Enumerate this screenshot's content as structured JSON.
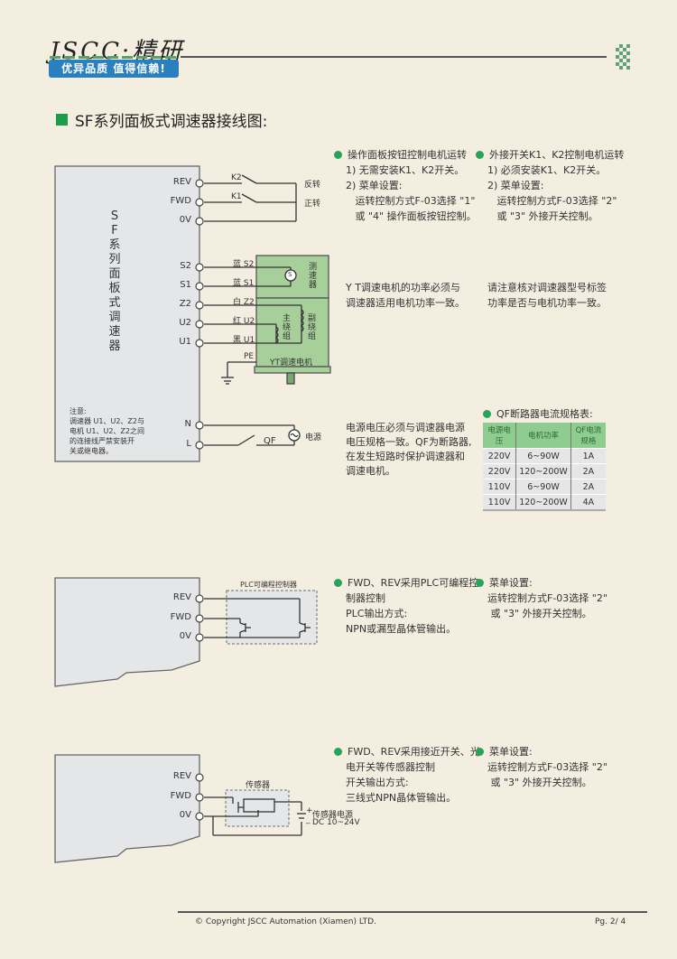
{
  "header": {
    "logo": "JSCC·精研",
    "slogan": "优异品质 值得信赖!",
    "section_title": "SF系列面板式调速器接线图:"
  },
  "diagram1": {
    "controller_label": [
      "S",
      "F",
      "系",
      "列",
      "面",
      "板",
      "式",
      "调",
      "速",
      "器"
    ],
    "terminals": [
      "REV",
      "FWD",
      "0V",
      "S2",
      "S1",
      "Z2",
      "U2",
      "U1",
      "N",
      "L"
    ],
    "switches": [
      "K2",
      "K1"
    ],
    "switch_outputs": [
      "反转",
      "正转"
    ],
    "wire_labels": [
      "蓝 S2",
      "蓝 S1",
      "白 Z2",
      "红 U2",
      "黑 U1",
      "PE"
    ],
    "tacho_label": "测速器",
    "tacho_symbol": "S",
    "main_winding": "主绕组",
    "aux_winding": "副绕组",
    "motor_label": "YT调速电机",
    "breaker": "QF",
    "power_label": "电源",
    "note": "注意:\n调速器 U1、U2、Z2与\n电机 U1、U2、Z2之间\n的连接线严禁安装开\n关或继电器。"
  },
  "notes1": {
    "left_title": "操作面板按钮控制电机运转",
    "left_body": "1) 无需安装K1、K2开关。\n2) 菜单设置:\n   运转控制方式F-03选择 \"1\"\n   或 \"4\" 操作面板按钮控制。",
    "right_title": "外接开关K1、K2控制电机运转",
    "right_body": "1) 必须安装K1、K2开关。\n2) 菜单设置:\n   运转控制方式F-03选择 \"2\"\n   或 \"3\" 外接开关控制。",
    "power_match_left": "Y T调速电机的功率必须与\n调速器适用电机功率一致。",
    "power_match_right": "请注意核对调速器型号标签\n功率是否与电机功率一致。",
    "voltage_note": "电源电压必须与调速器电源\n电压规格一致。QF为断路器,\n在发生短路时保护调速器和\n调速电机。"
  },
  "qf_table": {
    "title": "QF断路器电流规格表:",
    "headers": [
      "电源电压",
      "电机功率",
      "QF电流规格"
    ],
    "rows": [
      [
        "220V",
        "6~90W",
        "1A"
      ],
      [
        "220V",
        "120~200W",
        "2A"
      ],
      [
        "110V",
        "6~90W",
        "2A"
      ],
      [
        "110V",
        "120~200W",
        "4A"
      ]
    ]
  },
  "diagram2": {
    "terminals": [
      "REV",
      "FWD",
      "0V"
    ],
    "plc_label": "PLC可编程控制器",
    "left_title": "FWD、REV采用PLC可编程控",
    "left_body": "制器控制\nPLC输出方式:\nNPN或漏型晶体管输出。",
    "right_title": "菜单设置:",
    "right_body": "运转控制方式F-03选择 \"2\"\n 或 \"3\" 外接开关控制。"
  },
  "diagram3": {
    "terminals": [
      "REV",
      "FWD",
      "0V"
    ],
    "sensor_label": "传感器",
    "supply_label": "传感器电源",
    "supply_spec": "DC 10~24V",
    "plus": "+",
    "minus": "_",
    "left_title": "FWD、REV采用接近开关、光",
    "left_body": "电开关等传感器控制\n开关输出方式:\n三线式NPN晶体管输出。",
    "right_title": "菜单设置:",
    "right_body": "运转控制方式F-03选择 \"2\"\n 或 \"3\" 外接开关控制。"
  },
  "footer": {
    "copyright": "© Copyright JSCC Automation (Xiamen) LTD.",
    "page": "Pg.  2/ 4"
  }
}
